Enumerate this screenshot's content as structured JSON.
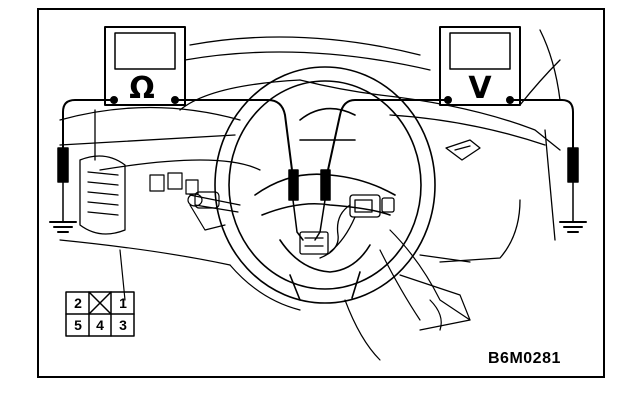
{
  "meters": {
    "ohmmeter": {
      "symbol": "Ω"
    },
    "voltmeter": {
      "symbol": "V"
    }
  },
  "connector": {
    "pins_top": [
      "2",
      "1"
    ],
    "pins_bottom": [
      "5",
      "4",
      "3"
    ]
  },
  "diagram_code": "B6M0281"
}
